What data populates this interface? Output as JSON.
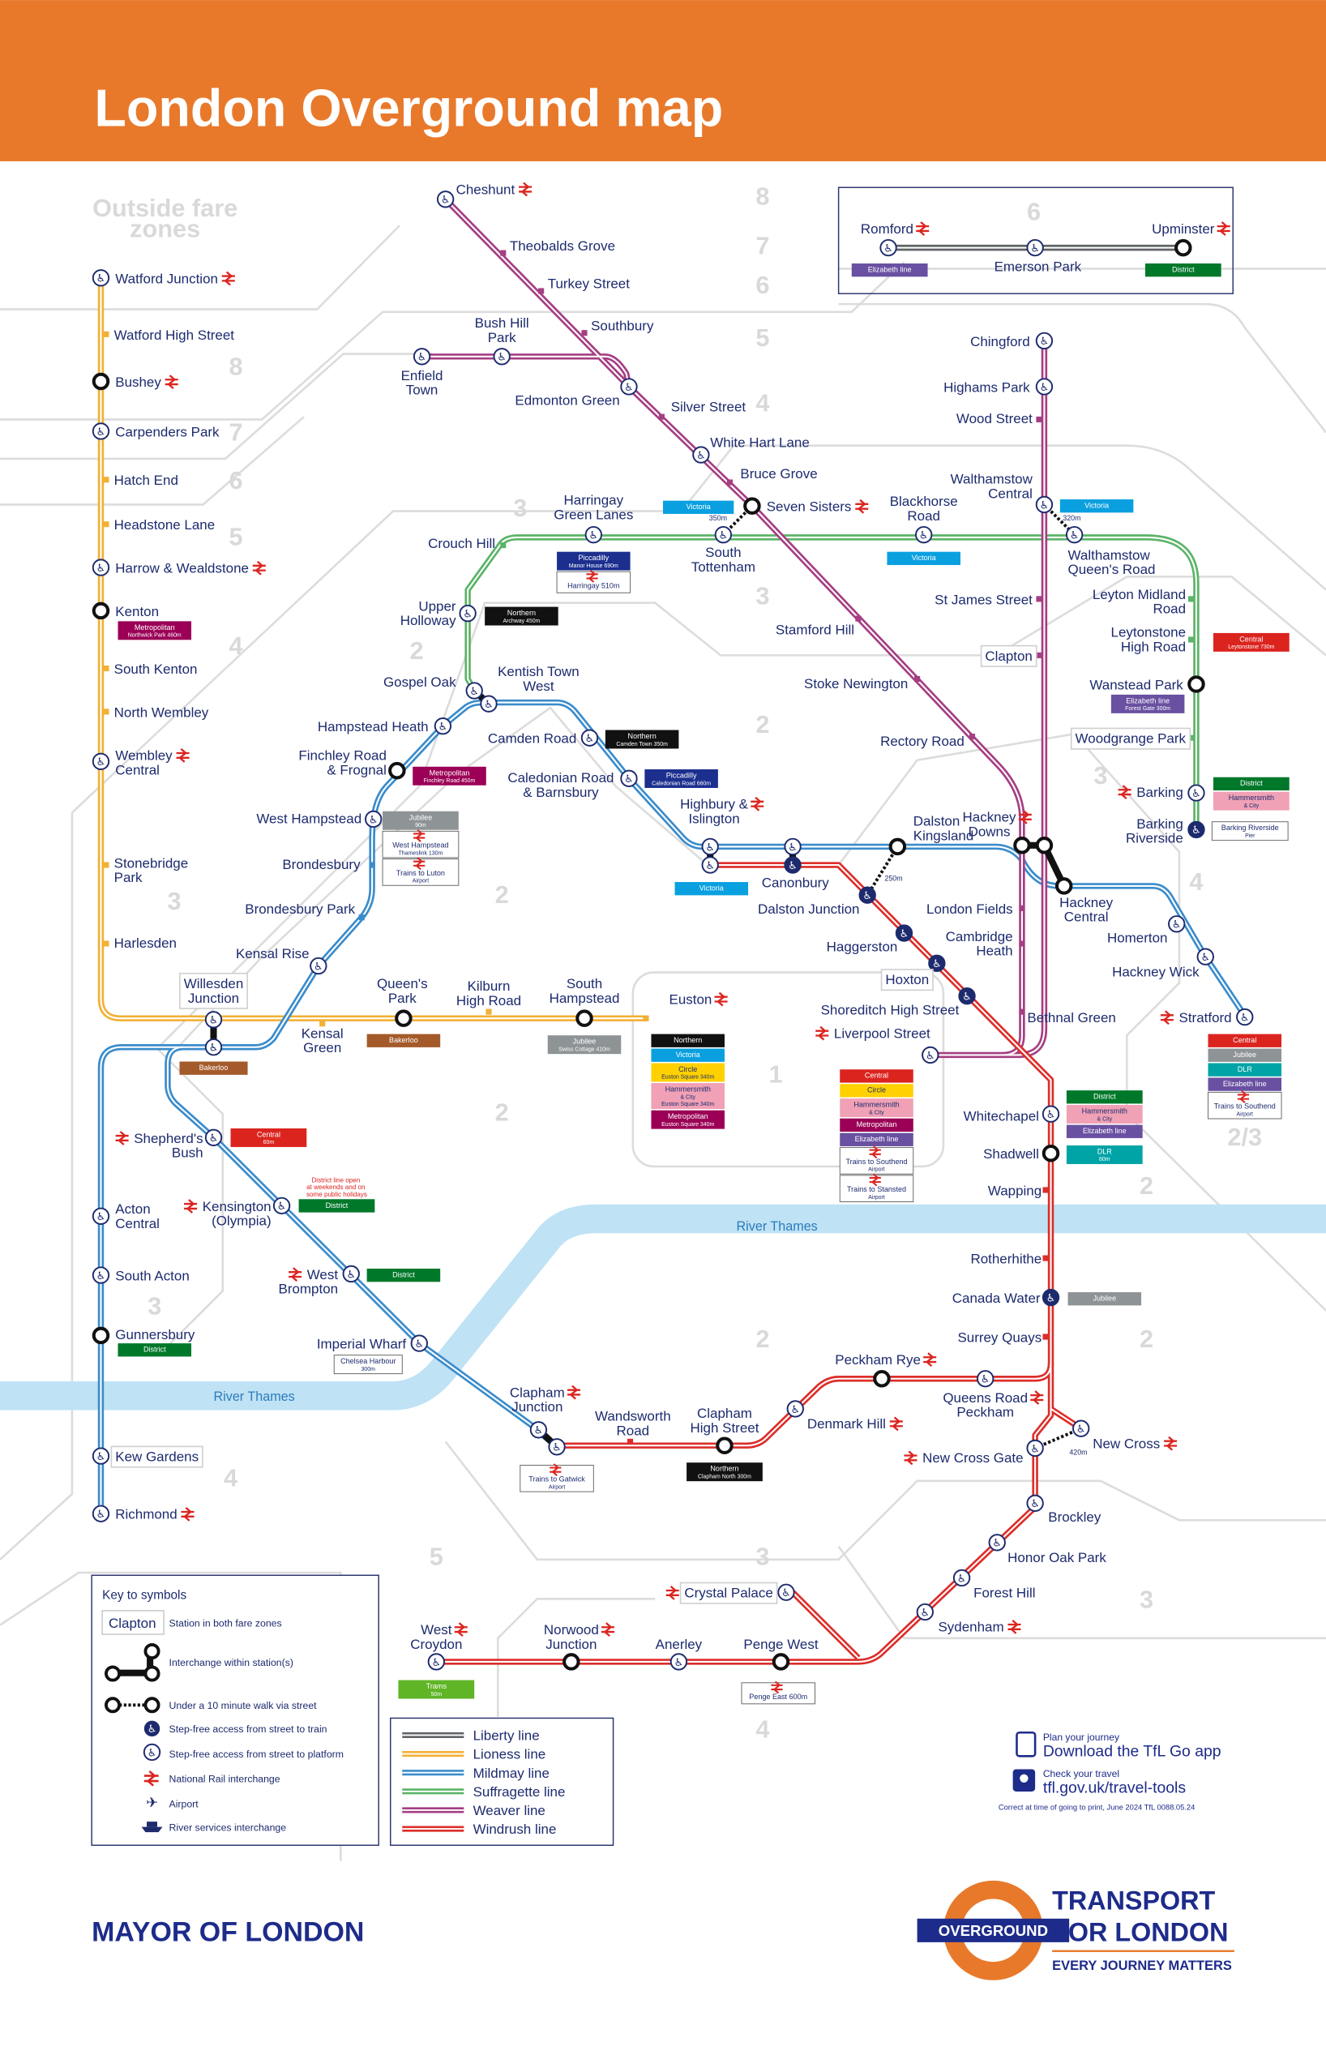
{
  "header": {
    "title": "London Overground map",
    "bg": "#E8792B"
  },
  "outside_fare_zones": [
    "Outside fare",
    "zones"
  ],
  "river_labels": [
    "River Thames",
    "River Thames"
  ],
  "zone_numbers": [
    "8",
    "7",
    "6",
    "5",
    "4",
    "3",
    "3",
    "2",
    "2",
    "1",
    "2",
    "2",
    "2",
    "2",
    "2/3",
    "3",
    "4",
    "5",
    "6",
    "7",
    "8",
    "3",
    "4",
    "5",
    "3",
    "3",
    "4",
    "3",
    "4",
    "2",
    "6"
  ],
  "lines": [
    {
      "name": "Liberty line",
      "color": "#5f6366"
    },
    {
      "name": "Lioness line",
      "color": "#F2B035"
    },
    {
      "name": "Mildmay line",
      "color": "#3A8CCB"
    },
    {
      "name": "Suffragette line",
      "color": "#5BB468"
    },
    {
      "name": "Weaver line",
      "color": "#A53E83"
    },
    {
      "name": "Windrush line",
      "color": "#DC2E2A"
    }
  ],
  "stations": [
    {
      "label": [
        "Watford Junction"
      ],
      "nr": true
    },
    {
      "label": [
        "Watford High Street"
      ]
    },
    {
      "label": [
        "Bushey"
      ],
      "nr": true
    },
    {
      "label": [
        "Carpenders Park"
      ]
    },
    {
      "label": [
        "Hatch End"
      ]
    },
    {
      "label": [
        "Headstone Lane"
      ]
    },
    {
      "label": [
        "Harrow & Wealdstone"
      ],
      "nr": true
    },
    {
      "label": [
        "Kenton"
      ]
    },
    {
      "label": [
        "South Kenton"
      ]
    },
    {
      "label": [
        "North Wembley"
      ]
    },
    {
      "label": [
        "Wembley",
        "Central"
      ],
      "nr": true
    },
    {
      "label": [
        "Stonebridge",
        "Park"
      ]
    },
    {
      "label": [
        "Harlesden"
      ]
    },
    {
      "label": [
        "Willesden",
        "Junction"
      ]
    },
    {
      "label": [
        "Kensal",
        "Green"
      ]
    },
    {
      "label": [
        "Queen's",
        "Park"
      ]
    },
    {
      "label": [
        "Kilburn",
        "High Road"
      ]
    },
    {
      "label": [
        "South",
        "Hampstead"
      ]
    },
    {
      "label": [
        "Euston"
      ],
      "nr": true
    },
    {
      "label": [
        "Richmond"
      ],
      "nr": true
    },
    {
      "label": [
        "Kew Gardens"
      ]
    },
    {
      "label": [
        "Gunnersbury"
      ]
    },
    {
      "label": [
        "South Acton"
      ]
    },
    {
      "label": [
        "Acton",
        "Central"
      ]
    },
    {
      "label": [
        "Shepherd's",
        "Bush"
      ],
      "nr": true
    },
    {
      "label": [
        "Kensington",
        "(Olympia)"
      ],
      "nr": true
    },
    {
      "label": [
        "West",
        "Brompton"
      ],
      "nr": true
    },
    {
      "label": [
        "Imperial Wharf"
      ]
    },
    {
      "label": [
        "Clapham",
        "Junction"
      ],
      "nr": true
    },
    {
      "label": [
        "Kensal Rise"
      ]
    },
    {
      "label": [
        "Brondesbury Park"
      ]
    },
    {
      "label": [
        "Brondesbury"
      ]
    },
    {
      "label": [
        "West Hampstead"
      ]
    },
    {
      "label": [
        "Finchley Road",
        "& Frognal"
      ]
    },
    {
      "label": [
        "Hampstead Heath"
      ]
    },
    {
      "label": [
        "Gospel Oak"
      ]
    },
    {
      "label": [
        "Kentish Town",
        "West"
      ]
    },
    {
      "label": [
        "Camden Road"
      ]
    },
    {
      "label": [
        "Caledonian Road",
        "& Barnsbury"
      ]
    },
    {
      "label": [
        "Highbury &",
        "Islington"
      ],
      "nr": true
    },
    {
      "label": [
        "Canonbury"
      ]
    },
    {
      "label": [
        "Dalston",
        "Kingsland"
      ]
    },
    {
      "label": [
        "Hackney",
        "Central"
      ]
    },
    {
      "label": [
        "Homerton"
      ]
    },
    {
      "label": [
        "Hackney Wick"
      ]
    },
    {
      "label": [
        "Stratford"
      ],
      "nr": true
    },
    {
      "label": [
        "Upper",
        "Holloway"
      ]
    },
    {
      "label": [
        "Crouch Hill"
      ]
    },
    {
      "label": [
        "Harringay",
        "Green Lanes"
      ]
    },
    {
      "label": [
        "South",
        "Tottenham"
      ]
    },
    {
      "label": [
        "Blackhorse",
        "Road"
      ]
    },
    {
      "label": [
        "Walthamstow",
        "Queen's Road"
      ]
    },
    {
      "label": [
        "Leyton Midland",
        "Road"
      ]
    },
    {
      "label": [
        "Leytonstone",
        "High Road"
      ]
    },
    {
      "label": [
        "Wanstead Park"
      ]
    },
    {
      "label": [
        "Woodgrange Park"
      ]
    },
    {
      "label": [
        "Barking"
      ],
      "nr": true
    },
    {
      "label": [
        "Barking",
        "Riverside"
      ]
    },
    {
      "label": [
        "Cheshunt"
      ],
      "nr": true
    },
    {
      "label": [
        "Theobalds Grove"
      ]
    },
    {
      "label": [
        "Turkey Street"
      ]
    },
    {
      "label": [
        "Southbury"
      ]
    },
    {
      "label": [
        "Edmonton Green"
      ]
    },
    {
      "label": [
        "Silver Street"
      ]
    },
    {
      "label": [
        "White Hart Lane"
      ]
    },
    {
      "label": [
        "Bruce Grove"
      ]
    },
    {
      "label": [
        "Seven Sisters"
      ],
      "nr": true
    },
    {
      "label": [
        "Stamford Hill"
      ]
    },
    {
      "label": [
        "Stoke Newington"
      ]
    },
    {
      "label": [
        "Rectory Road"
      ]
    },
    {
      "label": [
        "Hackney",
        "Downs"
      ],
      "nr": true
    },
    {
      "label": [
        "London Fields"
      ]
    },
    {
      "label": [
        "Cambridge",
        "Heath"
      ]
    },
    {
      "label": [
        "Bethnal Green"
      ]
    },
    {
      "label": [
        "Liverpool Street"
      ],
      "nr": true
    },
    {
      "label": [
        "Enfield",
        "Town"
      ]
    },
    {
      "label": [
        "Bush Hill",
        "Park"
      ]
    },
    {
      "label": [
        "Chingford"
      ]
    },
    {
      "label": [
        "Highams Park"
      ]
    },
    {
      "label": [
        "Wood Street"
      ]
    },
    {
      "label": [
        "Walthamstow",
        "Central"
      ]
    },
    {
      "label": [
        "St James Street"
      ]
    },
    {
      "label": [
        "Clapton"
      ]
    },
    {
      "label": [
        "Dalston Junction"
      ]
    },
    {
      "label": [
        "Haggerston"
      ]
    },
    {
      "label": [
        "Hoxton"
      ]
    },
    {
      "label": [
        "Shoreditch High Street"
      ]
    },
    {
      "label": [
        "Whitechapel"
      ]
    },
    {
      "label": [
        "Shadwell"
      ]
    },
    {
      "label": [
        "Wapping"
      ]
    },
    {
      "label": [
        "Rotherhithe"
      ]
    },
    {
      "label": [
        "Canada Water"
      ]
    },
    {
      "label": [
        "Surrey Quays"
      ]
    },
    {
      "label": [
        "Queens Road",
        "Peckham"
      ],
      "nr": true
    },
    {
      "label": [
        "Peckham Rye"
      ],
      "nr": true
    },
    {
      "label": [
        "Denmark Hill"
      ],
      "nr": true
    },
    {
      "label": [
        "Clapham",
        "High Street"
      ]
    },
    {
      "label": [
        "Wandsworth",
        "Road"
      ]
    },
    {
      "label": [
        "New Cross Gate"
      ],
      "nr": true
    },
    {
      "label": [
        "New Cross"
      ],
      "nr": true
    },
    {
      "label": [
        "Brockley"
      ]
    },
    {
      "label": [
        "Honor Oak Park"
      ]
    },
    {
      "label": [
        "Forest Hill"
      ]
    },
    {
      "label": [
        "Sydenham"
      ],
      "nr": true
    },
    {
      "label": [
        "Crystal Palace"
      ],
      "nr": true
    },
    {
      "label": [
        "Penge West"
      ]
    },
    {
      "label": [
        "Anerley"
      ]
    },
    {
      "label": [
        "Norwood",
        "Junction"
      ],
      "nr": true
    },
    {
      "label": [
        "West",
        "Croydon"
      ],
      "nr": true
    },
    {
      "label": [
        "Romford"
      ],
      "nr": true
    },
    {
      "label": [
        "Emerson Park"
      ]
    },
    {
      "label": [
        "Upminster"
      ],
      "nr": true
    }
  ],
  "walk_distances": [
    "350m",
    "320m",
    "250m",
    "420m"
  ],
  "interchanges": [
    [
      {
        "lines": [
          "Elizabeth line"
        ],
        "bg": "#6950A1",
        "fg": "#ffffff"
      }
    ],
    [
      {
        "lines": [
          "District"
        ],
        "bg": "#00782A",
        "fg": "#ffffff"
      }
    ],
    [
      {
        "lines": [
          "Metropolitan",
          "Northwick Park 460m"
        ],
        "bg": "#9B0056",
        "fg": "#ffffff"
      }
    ],
    [
      {
        "lines": [
          "Metropolitan",
          "Finchley Road 450m"
        ],
        "bg": "#9B0056",
        "fg": "#ffffff"
      }
    ],
    [
      {
        "lines": [
          "Jubilee",
          "90m"
        ],
        "bg": "#8E9396",
        "fg": "#ffffff"
      },
      {
        "lines": [
          "West Hampstead",
          "Thameslink 130m"
        ],
        "bg": "#ffffff",
        "fg": "#1d2b6e",
        "nr": true
      },
      {
        "lines": [
          "Trains to Luton",
          "Airport"
        ],
        "bg": "#ffffff",
        "fg": "#1d2b6e",
        "nr": true
      }
    ],
    [
      {
        "lines": [
          "Northern",
          "Archway 450m"
        ],
        "bg": "#111111",
        "fg": "#ffffff"
      }
    ],
    [
      {
        "lines": [
          "Piccadilly",
          "Manor House 690m"
        ],
        "bg": "#1C2F8F",
        "fg": "#ffffff"
      },
      {
        "lines": [
          "Harringay 510m"
        ],
        "bg": "#ffffff",
        "fg": "#1d2b6e",
        "nr": true
      }
    ],
    [
      {
        "lines": [
          "Victoria"
        ],
        "bg": "#0AA0E0",
        "fg": "#ffffff"
      }
    ],
    [
      {
        "lines": [
          "Victoria"
        ],
        "bg": "#0AA0E0",
        "fg": "#ffffff"
      }
    ],
    [
      {
        "lines": [
          "Victoria"
        ],
        "bg": "#0AA0E0",
        "fg": "#ffffff"
      }
    ],
    [
      {
        "lines": [
          "Central",
          "Leytonstone 730m"
        ],
        "bg": "#DC241F",
        "fg": "#ffffff"
      }
    ],
    [
      {
        "lines": [
          "Elizabeth line",
          "Forest Gate 300m"
        ],
        "bg": "#6950A1",
        "fg": "#ffffff"
      }
    ],
    [
      {
        "lines": [
          "District"
        ],
        "bg": "#00782A",
        "fg": "#ffffff"
      },
      {
        "lines": [
          "Hammersmith",
          "& City"
        ],
        "bg": "#F0A1B5",
        "fg": "#1d2b6e"
      }
    ],
    [
      {
        "lines": [
          "Barking Riverside",
          "Pier"
        ],
        "bg": "#ffffff",
        "fg": "#1d2b6e"
      }
    ],
    [
      {
        "lines": [
          "Northern",
          "Camden Town 350m"
        ],
        "bg": "#111111",
        "fg": "#ffffff"
      }
    ],
    [
      {
        "lines": [
          "Piccadilly",
          "Caledonian Road 660m"
        ],
        "bg": "#1C2F8F",
        "fg": "#ffffff"
      }
    ],
    [
      {
        "lines": [
          "Victoria"
        ],
        "bg": "#0AA0E0",
        "fg": "#ffffff"
      }
    ],
    [
      {
        "lines": [
          "Bakerloo"
        ],
        "bg": "#A45A2A",
        "fg": "#ffffff"
      }
    ],
    [
      {
        "lines": [
          "Bakerloo"
        ],
        "bg": "#A45A2A",
        "fg": "#ffffff"
      }
    ],
    [
      {
        "lines": [
          "Jubilee",
          "Swiss Cottage 410m"
        ],
        "bg": "#8E9396",
        "fg": "#ffffff"
      }
    ],
    [
      {
        "lines": [
          "Northern"
        ],
        "bg": "#111111",
        "fg": "#ffffff"
      },
      {
        "lines": [
          "Victoria"
        ],
        "bg": "#0AA0E0",
        "fg": "#ffffff"
      },
      {
        "lines": [
          "Circle",
          "Euston Square 340m"
        ],
        "bg": "#FFD100",
        "fg": "#1d2b6e"
      },
      {
        "lines": [
          "Hammersmith",
          "& City",
          "Euston Square 340m"
        ],
        "bg": "#F0A1B5",
        "fg": "#1d2b6e"
      },
      {
        "lines": [
          "Metropolitan",
          "Euston Square 340m"
        ],
        "bg": "#9B0056",
        "fg": "#ffffff"
      }
    ],
    [
      {
        "lines": [
          "Central"
        ],
        "bg": "#DC241F",
        "fg": "#ffffff"
      },
      {
        "lines": [
          "Circle"
        ],
        "bg": "#FFD100",
        "fg": "#1d2b6e"
      },
      {
        "lines": [
          "Hammersmith",
          "& City"
        ],
        "bg": "#F0A1B5",
        "fg": "#1d2b6e"
      },
      {
        "lines": [
          "Metropolitan"
        ],
        "bg": "#9B0056",
        "fg": "#ffffff"
      },
      {
        "lines": [
          "Elizabeth line"
        ],
        "bg": "#6950A1",
        "fg": "#ffffff"
      },
      {
        "lines": [
          "Trains to Southend",
          "Airport"
        ],
        "bg": "#ffffff",
        "fg": "#1d2b6e",
        "nr": true
      },
      {
        "lines": [
          "Trains to Stansted",
          "Airport"
        ],
        "bg": "#ffffff",
        "fg": "#1d2b6e",
        "nr": true
      }
    ],
    [
      {
        "lines": [
          "District"
        ],
        "bg": "#00782A",
        "fg": "#ffffff"
      },
      {
        "lines": [
          "Hammersmith",
          "& City"
        ],
        "bg": "#F0A1B5",
        "fg": "#1d2b6e"
      },
      {
        "lines": [
          "Elizabeth line"
        ],
        "bg": "#6950A1",
        "fg": "#ffffff"
      }
    ],
    [
      {
        "lines": [
          "DLR",
          "60m"
        ],
        "bg": "#00A4A7",
        "fg": "#ffffff"
      }
    ],
    [
      {
        "lines": [
          "Jubilee"
        ],
        "bg": "#8E9396",
        "fg": "#ffffff"
      }
    ],
    [
      {
        "lines": [
          "Central"
        ],
        "bg": "#DC241F",
        "fg": "#ffffff"
      },
      {
        "lines": [
          "Jubilee"
        ],
        "bg": "#8E9396",
        "fg": "#ffffff"
      },
      {
        "lines": [
          "DLR"
        ],
        "bg": "#00A4A7",
        "fg": "#ffffff"
      },
      {
        "lines": [
          "Elizabeth line"
        ],
        "bg": "#6950A1",
        "fg": "#ffffff"
      },
      {
        "lines": [
          "Trains to Southend",
          "Airport"
        ],
        "bg": "#ffffff",
        "fg": "#1d2b6e",
        "nr": true
      }
    ],
    [
      {
        "lines": [
          "Central",
          "60m"
        ],
        "bg": "#DC241F",
        "fg": "#ffffff"
      }
    ],
    [
      {
        "lines": [
          "District"
        ],
        "bg": "#00782A",
        "fg": "#ffffff"
      }
    ],
    [
      {
        "lines": [
          "District"
        ],
        "bg": "#00782A",
        "fg": "#ffffff"
      }
    ],
    [
      {
        "lines": [
          "District"
        ],
        "bg": "#00782A",
        "fg": "#ffffff"
      }
    ],
    [
      {
        "lines": [
          "Chelsea Harbour",
          "300m"
        ],
        "bg": "#ffffff",
        "fg": "#1d2b6e"
      }
    ],
    [
      {
        "lines": [
          "Trains to Gatwick",
          "Airport"
        ],
        "bg": "#ffffff",
        "fg": "#1d2b6e",
        "nr": true
      }
    ],
    [
      {
        "lines": [
          "Northern",
          "Clapham North 300m"
        ],
        "bg": "#111111",
        "fg": "#ffffff"
      }
    ],
    [
      {
        "lines": [
          "Trams",
          "50m"
        ],
        "bg": "#5FB526",
        "fg": "#ffffff"
      }
    ],
    [
      {
        "lines": [
          "Penge East 600m"
        ],
        "bg": "#ffffff",
        "fg": "#1d2b6e",
        "nr": true
      }
    ]
  ],
  "district_note": [
    "District line open",
    "at weekends and on",
    "some public holidays"
  ],
  "key": {
    "title": "Key to symbols",
    "sample_station": "Clapton",
    "items": [
      "Station in both fare zones",
      "Interchange within station(s)",
      "Under a 10 minute walk via street",
      "Step-free access from street to train",
      "Step-free access from street to platform",
      "National Rail interchange",
      "Airport",
      "River services interchange"
    ]
  },
  "footer": {
    "mayor": "MAYOR OF LONDON",
    "plan_small": "Plan your journey",
    "plan_big": "Download the TfL Go app",
    "check_small": "Check your travel",
    "check_big": "tfl.gov.uk/travel-tools",
    "print_note": "Correct at time of going to print, June 2024   TfL 0088.05.24",
    "roundel_text": "OVERGROUND",
    "tfl_line1": "TRANSPORT",
    "tfl_line2": "FOR LONDON",
    "tagline": "EVERY JOURNEY MATTERS"
  }
}
